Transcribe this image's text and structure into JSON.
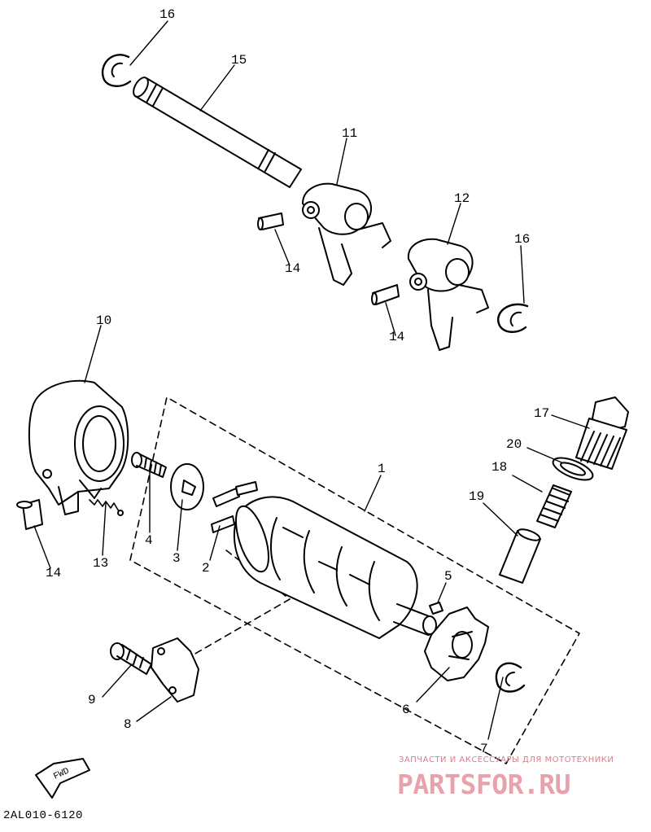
{
  "callouts": [
    {
      "id": "c16a",
      "text": "16"
    },
    {
      "id": "c15",
      "text": "15"
    },
    {
      "id": "c11",
      "text": "11"
    },
    {
      "id": "c12",
      "text": "12"
    },
    {
      "id": "c16b",
      "text": "16"
    },
    {
      "id": "c14a",
      "text": "14"
    },
    {
      "id": "c14b",
      "text": "14"
    },
    {
      "id": "c10",
      "text": "10"
    },
    {
      "id": "c1",
      "text": "1"
    },
    {
      "id": "c17",
      "text": "17"
    },
    {
      "id": "c20",
      "text": "20"
    },
    {
      "id": "c18",
      "text": "18"
    },
    {
      "id": "c19",
      "text": "19"
    },
    {
      "id": "c4",
      "text": "4"
    },
    {
      "id": "c3",
      "text": "3"
    },
    {
      "id": "c2",
      "text": "2"
    },
    {
      "id": "c13",
      "text": "13"
    },
    {
      "id": "c14c",
      "text": "14"
    },
    {
      "id": "c5",
      "text": "5"
    },
    {
      "id": "c6",
      "text": "6"
    },
    {
      "id": "c7",
      "text": "7"
    },
    {
      "id": "c8",
      "text": "8"
    },
    {
      "id": "c9",
      "text": "9"
    }
  ],
  "fwd_label": "FWD",
  "diagram_code": "2AL010-6120",
  "watermark": {
    "tagline": "ЗАПЧАСТИ И АКСЕССУАРЫ ДЛЯ МОТОТЕХНИКИ",
    "brand": "PARTSFOR.RU",
    "color": "#e8a2ab"
  }
}
